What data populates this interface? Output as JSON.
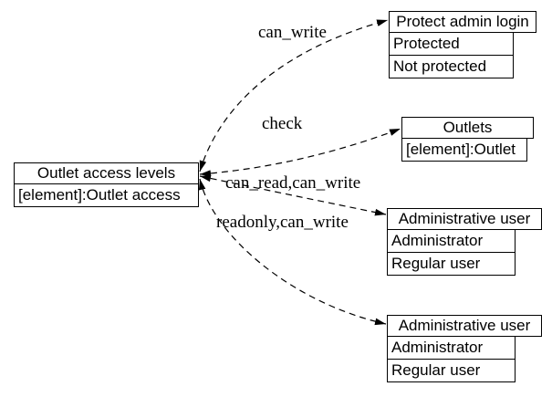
{
  "diagram": {
    "background_color": "#ffffff",
    "line_color": "#000000",
    "edge_style": "dashed",
    "arrow_direction": "both-ends"
  },
  "nodes": [
    {
      "id": "outlet-access-levels",
      "title": "Outlet access levels",
      "rows": [
        "[element]:Outlet access"
      ]
    },
    {
      "id": "protect-admin-login",
      "title": "Protect admin login",
      "rows": [
        "Protected",
        "Not protected"
      ]
    },
    {
      "id": "outlets",
      "title": "Outlets",
      "rows": [
        "[element]:Outlet"
      ]
    },
    {
      "id": "administrative-user-1",
      "title": "Administrative user",
      "rows": [
        "Administrator",
        "Regular user"
      ]
    },
    {
      "id": "administrative-user-2",
      "title": "Administrative user",
      "rows": [
        "Administrator",
        "Regular user"
      ]
    }
  ],
  "edges": [
    {
      "label": "can_write",
      "from": "outlet-access-levels",
      "to": "protect-admin-login"
    },
    {
      "label": "check",
      "from": "outlet-access-levels",
      "to": "outlets"
    },
    {
      "label": "can_read,can_write",
      "from": "outlet-access-levels",
      "to": "administrative-user-1"
    },
    {
      "label": "readonly,can_write",
      "from": "outlet-access-levels",
      "to": "administrative-user-2"
    }
  ]
}
